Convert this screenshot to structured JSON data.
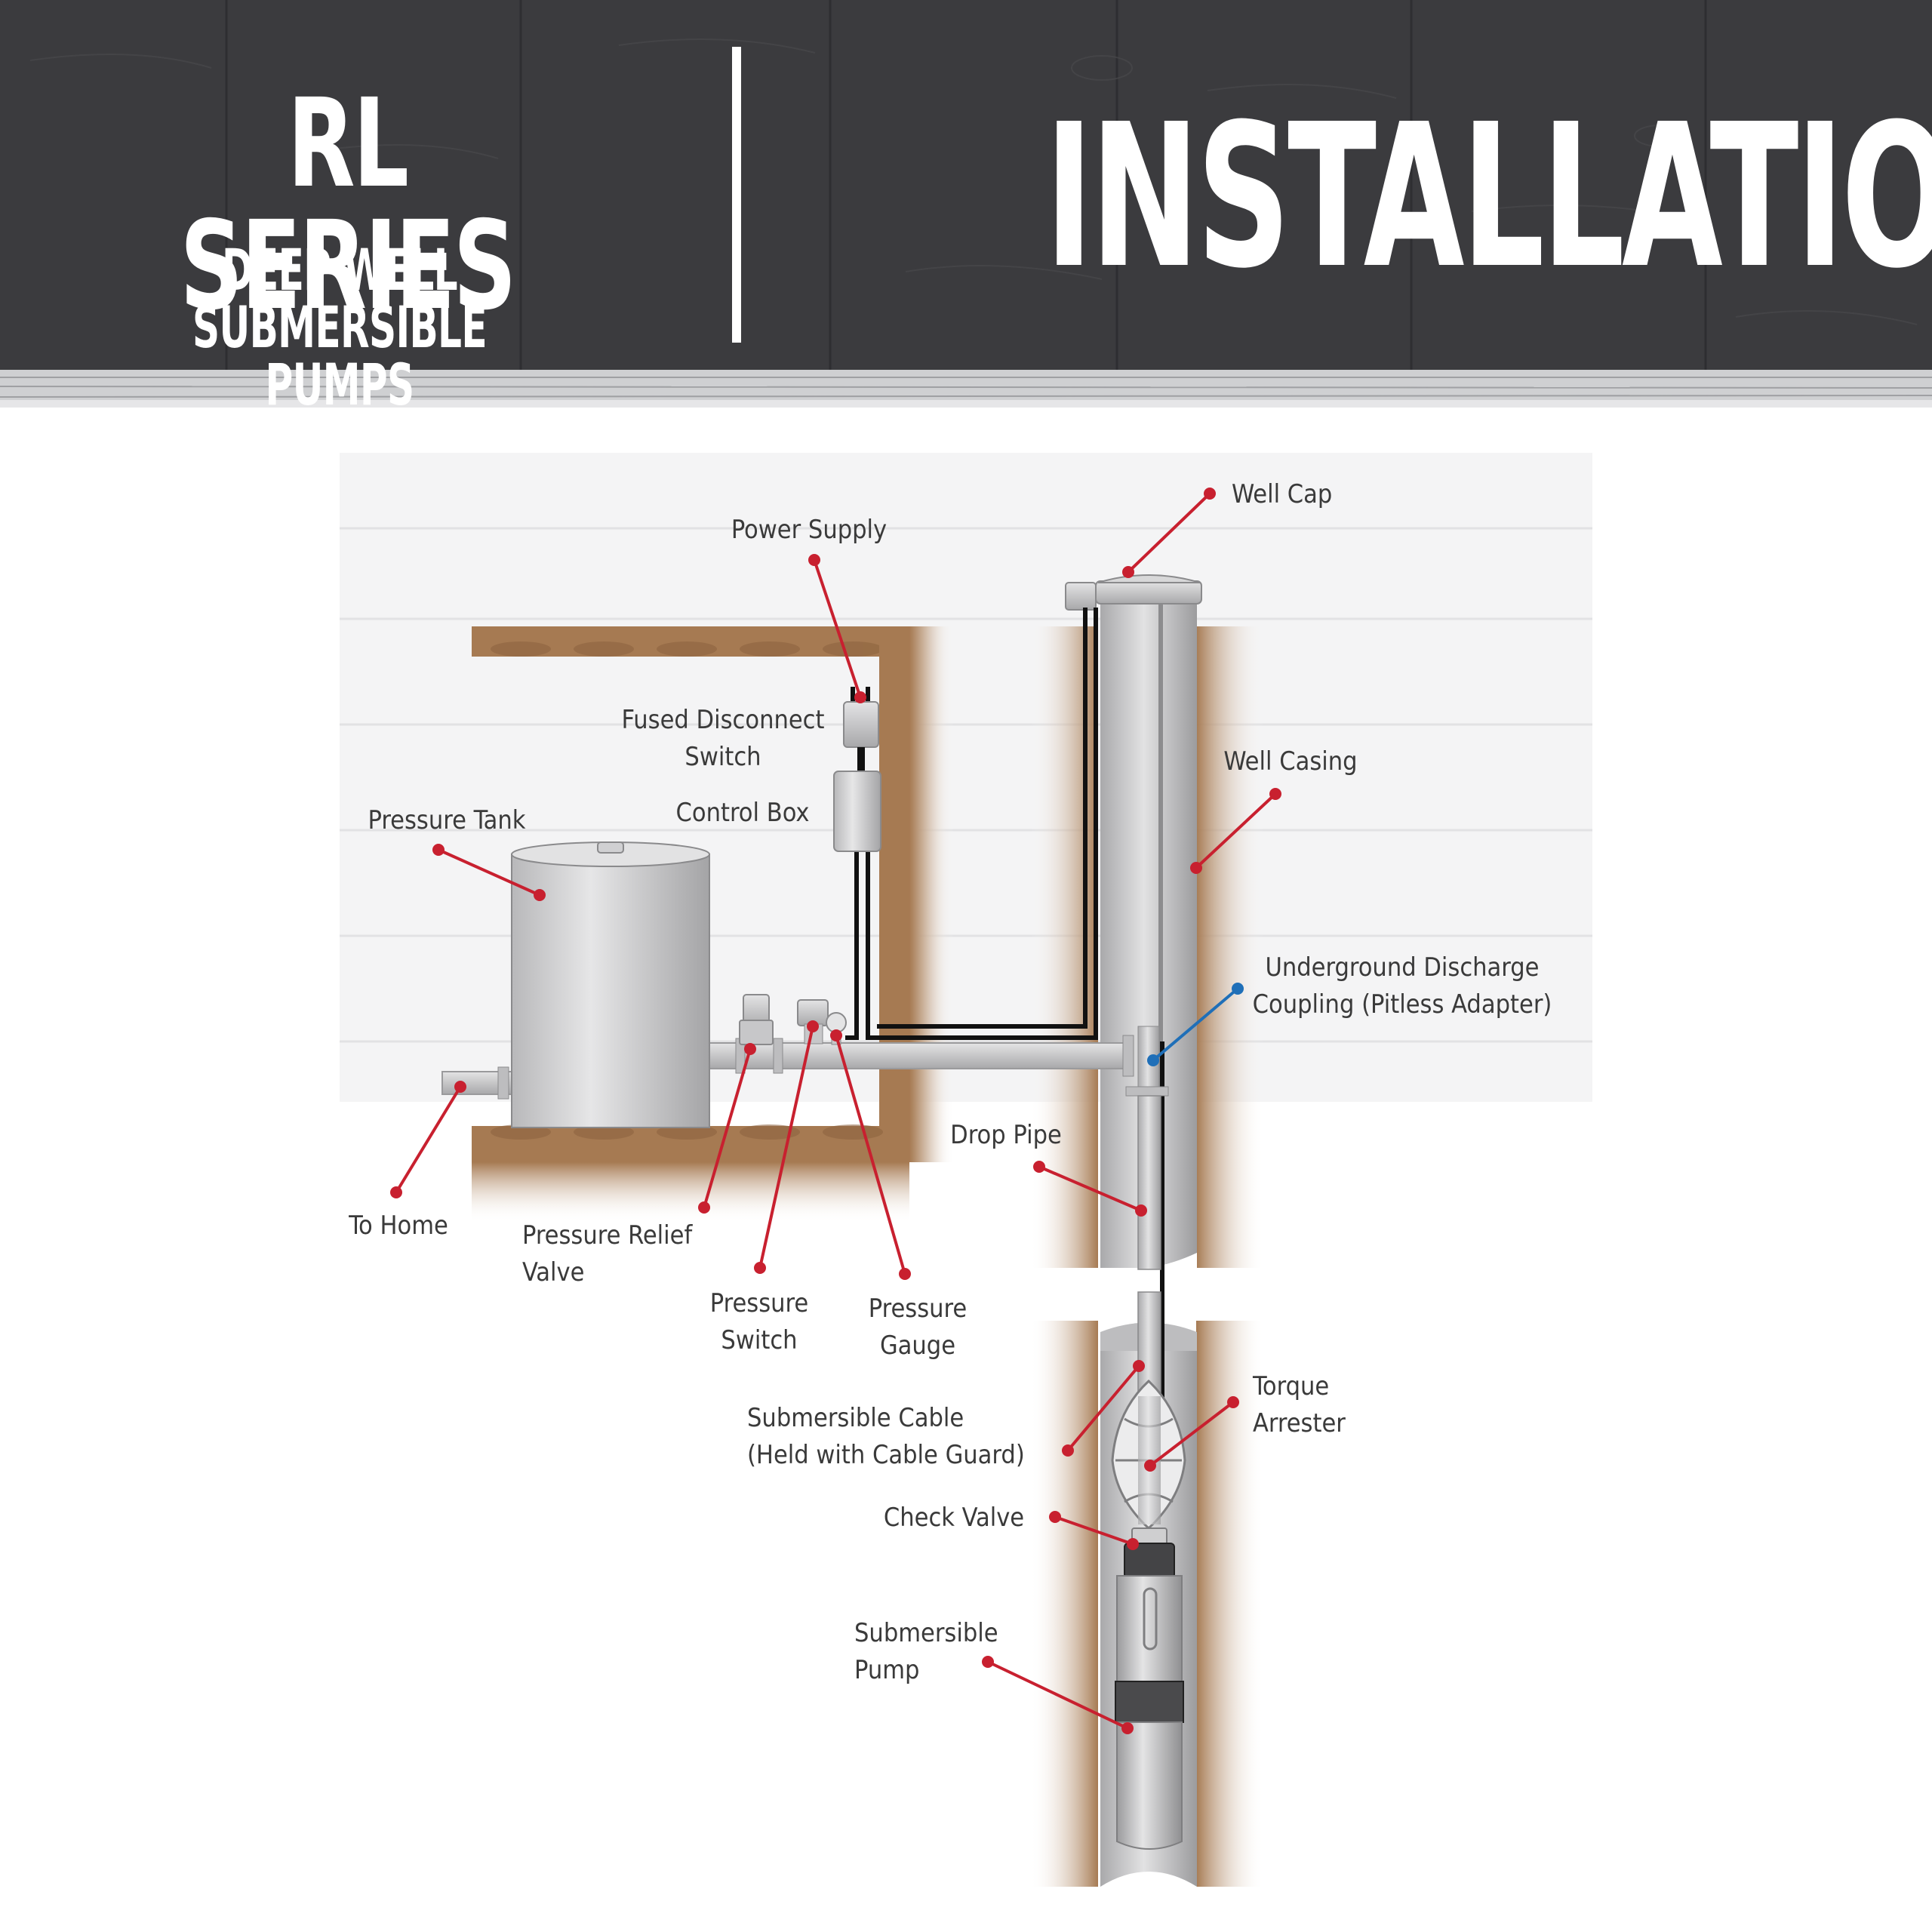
{
  "header": {
    "series_title": "RL SERIES",
    "subtitle": "DEEP WELL SUBMERSIBLE PUMPS",
    "main_title": "INSTALLATION"
  },
  "labels": {
    "well_cap": "Well Cap",
    "power_supply": "Power Supply",
    "fused_disconnect_1": "Fused Disconnect",
    "fused_disconnect_2": "Switch",
    "control_box": "Control Box",
    "pressure_tank": "Pressure Tank",
    "well_casing": "Well Casing",
    "discharge_1": "Underground Discharge",
    "discharge_2": "Coupling (Pitless Adapter)",
    "drop_pipe": "Drop Pipe",
    "to_home": "To Home",
    "relief_1": "Pressure Relief",
    "relief_2": "Valve",
    "switch_1": "Pressure",
    "switch_2": "Switch",
    "gauge_1": "Pressure",
    "gauge_2": "Gauge",
    "cable_1": "Submersible Cable",
    "cable_2": "(Held with Cable Guard)",
    "torque_1": "Torque",
    "torque_2": "Arrester",
    "check_valve": "Check Valve",
    "pump_1": "Submersible",
    "pump_2": "Pump"
  },
  "colors": {
    "header_bg": "#3a3a3d",
    "callout_red": "#c8202f",
    "callout_blue": "#1f6fb8",
    "soil": "#a67a52",
    "metal": "#cfcfcf"
  }
}
